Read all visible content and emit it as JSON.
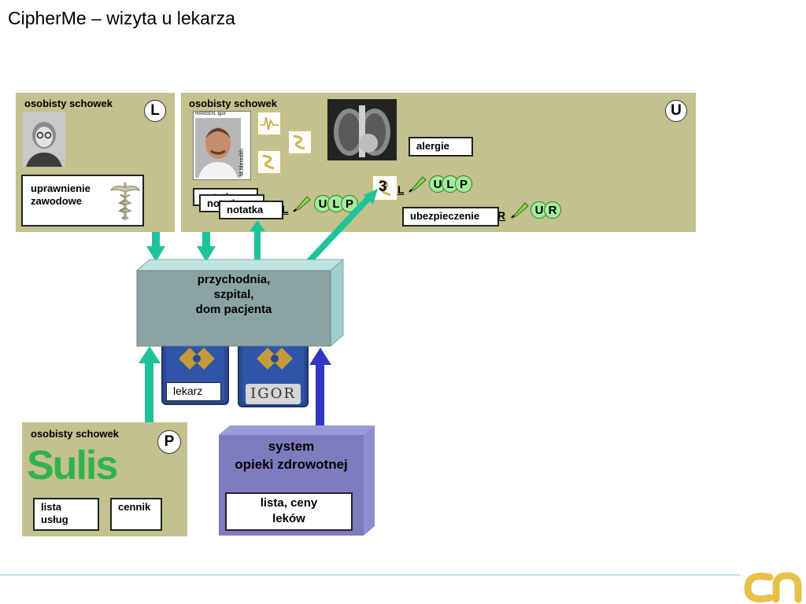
{
  "title": "CipherMe – wizyta u lekarza",
  "panel_L": {
    "label": "osobisty schowek",
    "badge": "L",
    "box_label": "uprawnienie\nzawodowe"
  },
  "panel_U": {
    "label": "osobisty schowek",
    "badge": "U",
    "card_name": "HANSEN, Igor",
    "card_side": "M.Meredith",
    "alergie": "alergie",
    "notatka_1": "notatka",
    "notatka_2": "notatka",
    "notatka_3": "notatka",
    "number": "3",
    "ubezpieczenie": "ubezpieczenie",
    "sig1_letter": "L",
    "sig1_circles": [
      "U",
      "L",
      "P"
    ],
    "sig2_letter": "L",
    "sig2_circles": [
      "U",
      "L",
      "P"
    ],
    "sig3_letter": "R",
    "sig3_circles": [
      "U",
      "R"
    ]
  },
  "center_box": {
    "text": "przychodnia,\nszpital,\ndom pacjenta"
  },
  "cards": {
    "lekarz": "lekarz",
    "igor": "IGOR"
  },
  "panel_P": {
    "label": "osobisty schowek",
    "badge": "P",
    "logo": "Sulis",
    "lista": "lista\nusług",
    "cennik": "cennik"
  },
  "system_box": {
    "text": "system\nopieki zdrowotnej",
    "inner": "lista, ceny\nleków"
  },
  "colors": {
    "panel": "#c3c18e",
    "teal_arrow": "#1fc39a",
    "blue_arrow": "#3236c4",
    "center_front": "#8aa3a3",
    "center_top": "#bfe3e2",
    "system_front": "#7d7cbf",
    "circle_green": "#a4ec9c"
  }
}
